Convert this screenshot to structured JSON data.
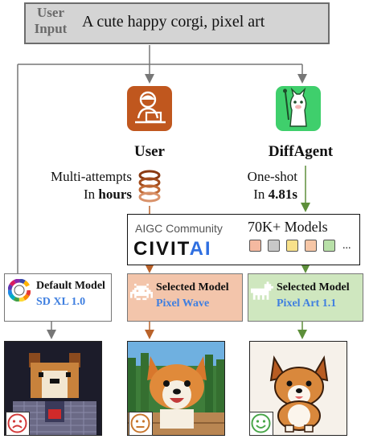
{
  "user_input": {
    "label": "User Input",
    "prompt": "A cute happy corgi, pixel art"
  },
  "actors": {
    "user": {
      "label": "User",
      "icon": "person-laptop-icon",
      "color": "#c0571e"
    },
    "diffagent": {
      "label": "DiffAgent",
      "icon": "llama-painter-icon",
      "color": "#3fcf6c"
    }
  },
  "user_note": {
    "line1": "Multi-attempts",
    "line2_prefix": "In",
    "line2_bold": "hours"
  },
  "agent_note": {
    "line1": "One-shot",
    "line2_prefix": "In",
    "line2_bold": "4.81s"
  },
  "civitai": {
    "community": "AIGC Community",
    "logo": "CIVITAI",
    "models": "70K+ Models",
    "swatch_colors": [
      "#f4b9a0",
      "#c8c8c8",
      "#f8e18a",
      "#f6c6a6",
      "#b8e0a8"
    ],
    "ellipsis": "..."
  },
  "model_boxes": [
    {
      "title": "Default Model",
      "name": "SD XL 1.0",
      "bg": "#ffffff",
      "icon": "color-wheel-icon"
    },
    {
      "title": "Selected Model",
      "name": "Pixel Wave",
      "bg": "#f3c5ab",
      "icon": "space-invader-icon"
    },
    {
      "title": "Selected Model",
      "name": "Pixel Art 1.1",
      "bg": "#cfe7bf",
      "icon": "pixel-dog-icon"
    }
  ],
  "results": [
    {
      "image": "pixel-corgi-sdxl",
      "face": "sad-face-icon",
      "face_color": "#d23a3a"
    },
    {
      "image": "pixel-corgi-pixelwave",
      "face": "neutral-face-icon",
      "face_color": "#c8772f"
    },
    {
      "image": "pixel-corgi-pixelart",
      "face": "happy-face-icon",
      "face_color": "#4aa64a"
    }
  ],
  "colors": {
    "gray_arrow": "#777777",
    "orange_arrow": "#b9622a",
    "green_arrow": "#5d8f3a"
  }
}
